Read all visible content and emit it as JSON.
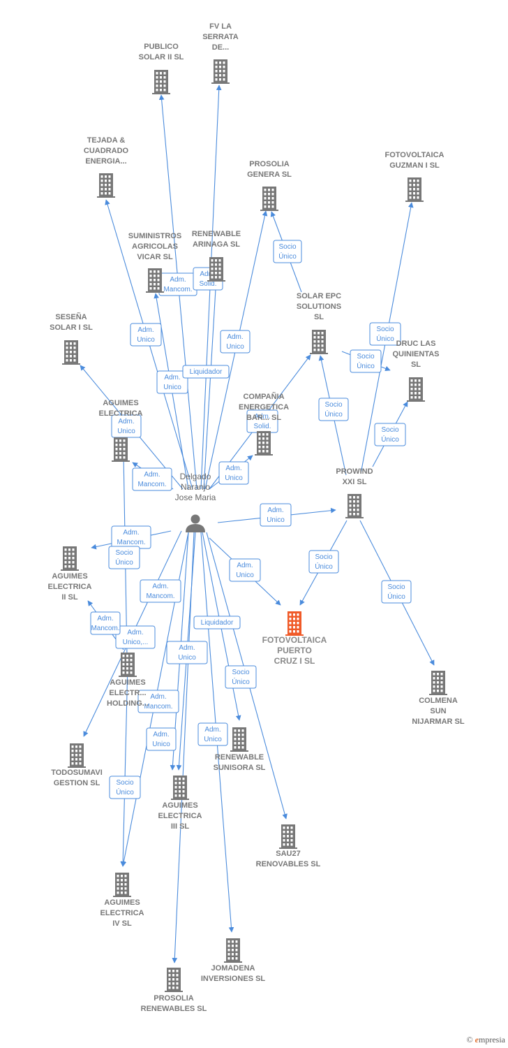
{
  "person": {
    "lines": [
      "Delgado",
      "Naranjo",
      "Jose Maria"
    ]
  },
  "nodes": [
    {
      "id": "publico",
      "lines": [
        "PUBLICO",
        "SOLAR II SL"
      ]
    },
    {
      "id": "fvserrata",
      "lines": [
        "FV LA",
        "SERRATA",
        "DE..."
      ]
    },
    {
      "id": "tejada",
      "lines": [
        "TEJADA &",
        "CUADRADO",
        "ENERGIA..."
      ]
    },
    {
      "id": "prosolia_genera",
      "lines": [
        "PROSOLIA",
        "GENERA SL"
      ]
    },
    {
      "id": "guzman",
      "lines": [
        "FOTOVOLTAICA",
        "GUZMAN I  SL"
      ]
    },
    {
      "id": "suministros",
      "lines": [
        "SUMINISTROS",
        "AGRICOLAS",
        "VICAR SL"
      ]
    },
    {
      "id": "arinaga",
      "lines": [
        "RENEWABLE",
        "ARINAGA  SL"
      ]
    },
    {
      "id": "solar_epc",
      "lines": [
        "SOLAR EPC",
        "SOLUTIONS",
        "SL"
      ]
    },
    {
      "id": "sesena",
      "lines": [
        "SESEÑA",
        "SOLAR I SL"
      ]
    },
    {
      "id": "druc",
      "lines": [
        "DRUC LAS",
        "QUINIENTAS",
        "SL"
      ]
    },
    {
      "id": "aguimes_e",
      "lines": [
        "AGUIMES",
        "ELECTRICA"
      ]
    },
    {
      "id": "compania",
      "lines": [
        "COMPAÑIA",
        "ENERGETICA",
        "BAR... SL"
      ]
    },
    {
      "id": "prowind",
      "lines": [
        "PROWIND",
        "XXI SL"
      ]
    },
    {
      "id": "aguimes2",
      "lines": [
        "AGUIMES",
        "ELECTRICA",
        "II SL"
      ]
    },
    {
      "id": "fotovoltaica_puerto",
      "lines": [
        "FOTOVOLTAICA",
        "PUERTO",
        "CRUZ I  SL"
      ]
    },
    {
      "id": "aguimes_holding",
      "lines": [
        "AGUIMES",
        "ELECTR...",
        "HOLDING..."
      ]
    },
    {
      "id": "colmena",
      "lines": [
        "COLMENA",
        "SUN",
        "NIJARMAR  SL"
      ]
    },
    {
      "id": "todosumavi",
      "lines": [
        "TODOSUMAVI",
        "GESTION SL"
      ]
    },
    {
      "id": "sunisora",
      "lines": [
        "RENEWABLE",
        "SUNISORA SL"
      ]
    },
    {
      "id": "aguimes3",
      "lines": [
        "AGUIMES",
        "ELECTRICA",
        "III SL"
      ]
    },
    {
      "id": "sau27",
      "lines": [
        "SAU27",
        "RENOVABLES SL"
      ]
    },
    {
      "id": "aguimes4",
      "lines": [
        "AGUIMES",
        "ELECTRICA",
        "IV SL"
      ]
    },
    {
      "id": "jomadena",
      "lines": [
        "JOMADENA",
        "INVERSIONES SL"
      ]
    },
    {
      "id": "prosolia_renew",
      "lines": [
        "PROSOLIA",
        "RENEWABLES SL"
      ]
    }
  ],
  "edge_labels": [
    {
      "id": "l1",
      "lines": [
        "Adm.",
        "Mancom."
      ]
    },
    {
      "id": "l2",
      "lines": [
        "Adm.",
        "Solid."
      ]
    },
    {
      "id": "l3",
      "lines": [
        "Socio",
        "Único"
      ]
    },
    {
      "id": "l4",
      "lines": [
        "Adm.",
        "Unico"
      ]
    },
    {
      "id": "l5",
      "lines": [
        "Adm.",
        "Unico"
      ]
    },
    {
      "id": "l6",
      "lines": [
        "Socio",
        "Único"
      ]
    },
    {
      "id": "l7",
      "lines": [
        "Socio",
        "Único"
      ]
    },
    {
      "id": "l8",
      "lines": [
        "Adm.",
        "Unico"
      ]
    },
    {
      "id": "l9",
      "lines": [
        "Liquidador"
      ]
    },
    {
      "id": "l10",
      "lines": [
        "Adm.",
        "Unico"
      ]
    },
    {
      "id": "l11",
      "lines": [
        "Adm.",
        "Solid."
      ]
    },
    {
      "id": "l12",
      "lines": [
        "Socio",
        "Único"
      ]
    },
    {
      "id": "l13",
      "lines": [
        "Socio",
        "Único"
      ]
    },
    {
      "id": "l14",
      "lines": [
        "Adm.",
        "Mancom."
      ]
    },
    {
      "id": "l15",
      "lines": [
        "Adm.",
        "Unico"
      ]
    },
    {
      "id": "l16",
      "lines": [
        "Adm.",
        "Unico"
      ]
    },
    {
      "id": "l17",
      "lines": [
        "Adm.",
        "Mancom."
      ]
    },
    {
      "id": "l18",
      "lines": [
        "Socio",
        "Único"
      ]
    },
    {
      "id": "l19",
      "lines": [
        "Socio",
        "Único"
      ]
    },
    {
      "id": "l20",
      "lines": [
        "Adm.",
        "Unico"
      ]
    },
    {
      "id": "l21",
      "lines": [
        "Adm.",
        "Mancom."
      ]
    },
    {
      "id": "l22",
      "lines": [
        "Socio",
        "Único"
      ]
    },
    {
      "id": "l23",
      "lines": [
        "Liquidador"
      ]
    },
    {
      "id": "l24",
      "lines": [
        "Adm.",
        "Unico,..."
      ]
    },
    {
      "id": "l25",
      "lines": [
        "Adm.",
        "Mancom."
      ]
    },
    {
      "id": "l26",
      "lines": [
        "Adm.",
        "Unico"
      ]
    },
    {
      "id": "l27",
      "lines": [
        "Adm.",
        "Mancom."
      ]
    },
    {
      "id": "l28",
      "lines": [
        "Socio",
        "Único"
      ]
    },
    {
      "id": "l29",
      "lines": [
        "Adm.",
        "Unico"
      ]
    },
    {
      "id": "l30",
      "lines": [
        "Adm.",
        "Unico"
      ]
    },
    {
      "id": "l31",
      "lines": [
        "Socio",
        "Único"
      ]
    }
  ],
  "footer": {
    "copyright": "©",
    "brand_initial": "e",
    "brand_rest": "mpresia"
  },
  "colors": {
    "edge": "#4a8bdc",
    "building": "#777777",
    "highlight": "#f05a28"
  }
}
